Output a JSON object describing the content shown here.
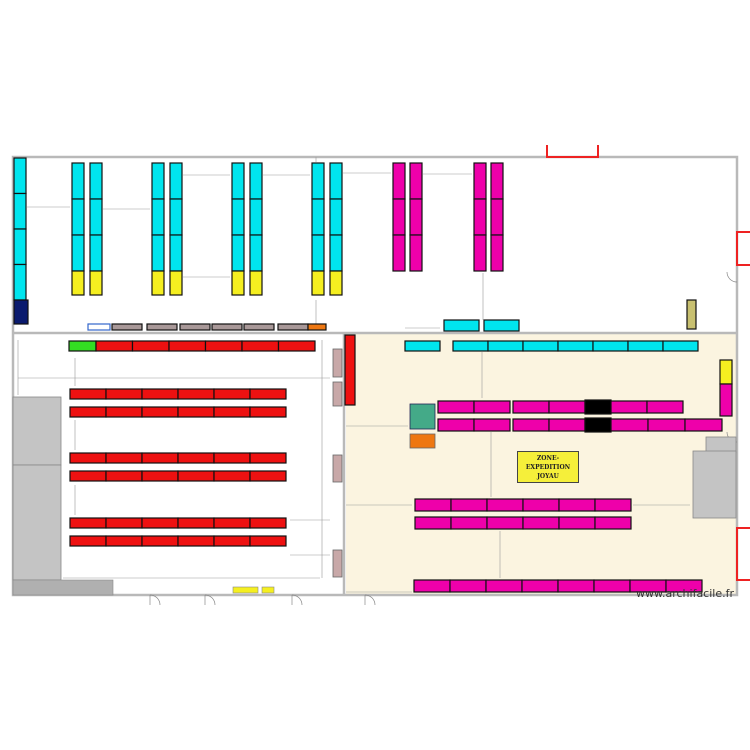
{
  "plan": {
    "colors": {
      "wall": "#b9b9b9",
      "rack_cyan": "#00e5ee",
      "rack_yellow": "#f5ef20",
      "rack_navy": "#0a1a6e",
      "rack_red": "#ee1111",
      "rack_magenta": "#ee00aa",
      "rack_green": "#33dd22",
      "rack_grey": "#a89898",
      "rack_orange": "#ee7711",
      "rack_black": "#000000",
      "zone_fill": "#fbf4e0",
      "block_grey": "#c4c4c4",
      "door_red": "#ee2222",
      "post_fill": "#c8a8a8",
      "teal_block": "#44aa88",
      "olive_block": "#c8c070"
    },
    "zone_expedition": {
      "line1": "ZONE-EXPEDITION",
      "line2": "JOYAU"
    }
  },
  "watermark": "www.archifacile.fr"
}
